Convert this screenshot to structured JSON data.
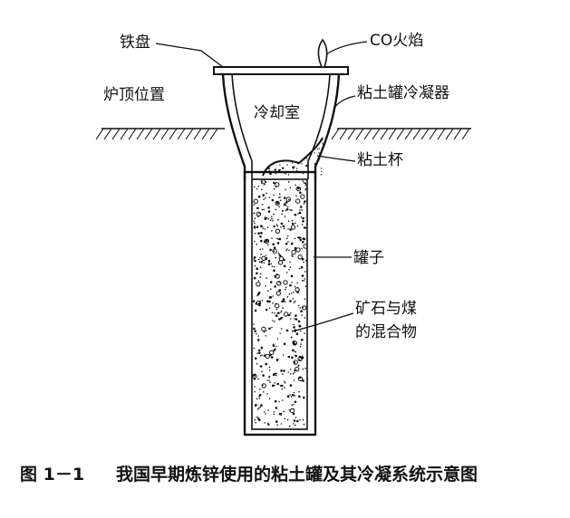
{
  "labels": {
    "tray": "铁盘",
    "flame": "CO火焰",
    "furnace_top": "炉顶位置",
    "cooling_chamber": "冷却室",
    "condenser": "粘土罐冷凝器",
    "cup": "粘土杯",
    "retort": "罐子",
    "mixture_line1": "矿石与煤",
    "mixture_line2": "的混合物"
  },
  "caption": {
    "number": "图 1－1",
    "text": "我国早期炼锌使用的粘土罐及其冷凝系统示意图"
  },
  "colors": {
    "ink": "#111111",
    "background": "#ffffff"
  }
}
